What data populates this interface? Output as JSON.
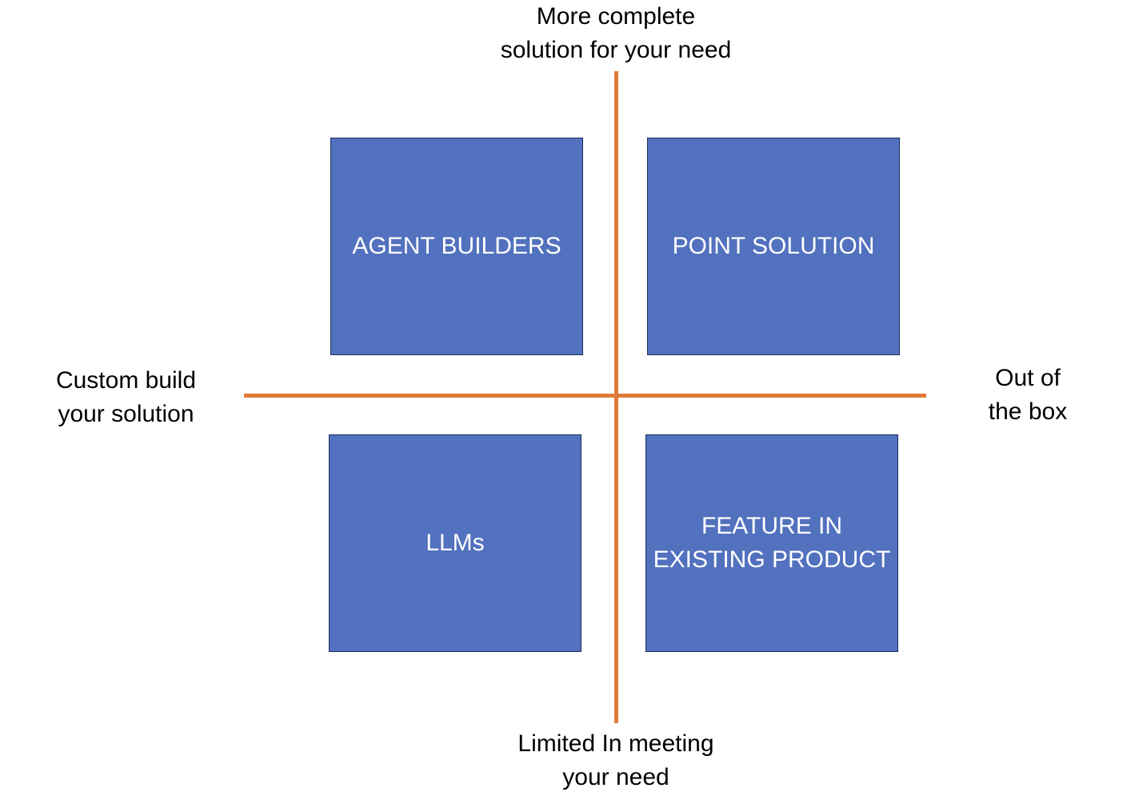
{
  "colors": {
    "box_fill": "#5271BE",
    "axis": "#E07B39",
    "label_text": "#000000",
    "box_text": "#ffffff"
  },
  "axes": {
    "top": {
      "line1": "More complete",
      "line2": "solution for your need"
    },
    "bottom": {
      "line1": "Limited In meeting",
      "line2": "your need"
    },
    "left": {
      "line1": "Custom build",
      "line2": "your solution"
    },
    "right": {
      "line1": "Out of",
      "line2": "the box"
    }
  },
  "quadrants": {
    "top_left": {
      "line1": "AGENT BUILDERS"
    },
    "top_right": {
      "line1": "POINT SOLUTION"
    },
    "bottom_left": {
      "line1": "LLMs"
    },
    "bottom_right": {
      "line1": "FEATURE IN",
      "line2": "EXISTING PRODUCT"
    }
  }
}
